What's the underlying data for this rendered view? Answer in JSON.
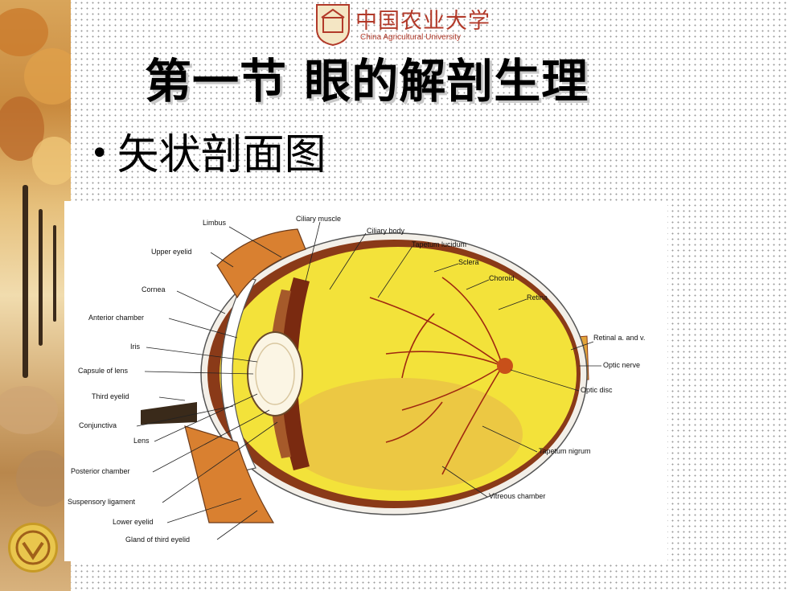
{
  "header": {
    "university_cn": "中国农业大学",
    "university_en": "China Agricultural University"
  },
  "slide": {
    "title": "第一节  眼的解剖生理",
    "bullet": "矢状剖面图"
  },
  "diagram": {
    "labels": {
      "limbus": "Limbus",
      "ciliary_muscle": "Ciliary muscle",
      "ciliary_body": "Ciliary body",
      "tapetum_lucidum": "Tapetum lucidum",
      "sclera": "Sclera",
      "choroid": "Choroid",
      "retina": "Retina",
      "upper_eyelid": "Upper eyelid",
      "cornea": "Cornea",
      "anterior_chamber": "Anterior chamber",
      "iris": "Iris",
      "capsule_of_lens": "Capsule of lens",
      "third_eyelid": "Third eyelid",
      "conjunctiva": "Conjunctiva",
      "lens": "Lens",
      "posterior_chamber": "Posterior chamber",
      "suspensory_ligament": "Suspensory ligament",
      "lower_eyelid": "Lower eyelid",
      "gland_of_third_eyelid": "Gland of third eyelid",
      "retinal_a_and_v": "Retinal a. and v.",
      "optic_nerve": "Optic nerve",
      "optic_disc": "Optic disc",
      "tapetum_nigrum": "Tapetum nigrum",
      "vitreous_chamber": "Vitreous chamber"
    }
  },
  "colors": {
    "brand_red": "#b23a2a",
    "vitreous_yellow": "#f3e23a",
    "tissue_brown": "#8a3a18"
  }
}
